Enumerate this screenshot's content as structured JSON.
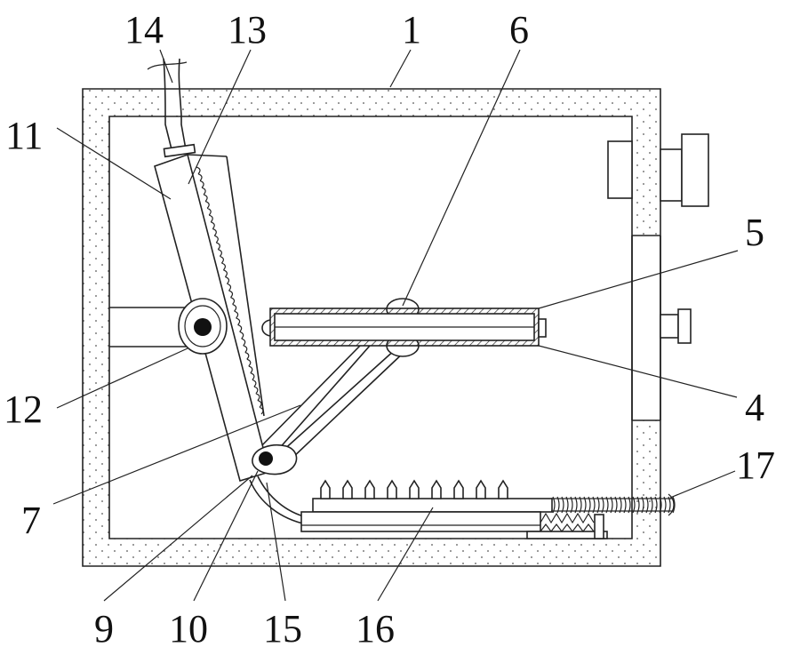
{
  "labels": {
    "l1": "1",
    "l4": "4",
    "l5": "5",
    "l6": "6",
    "l7": "7",
    "l9": "9",
    "l10": "10",
    "l11": "11",
    "l12": "12",
    "l13": "13",
    "l14": "14",
    "l15": "15",
    "l16": "16",
    "l17": "17"
  },
  "colors": {
    "stroke": "#222222",
    "dots": "#555555",
    "background": "#ffffff"
  }
}
